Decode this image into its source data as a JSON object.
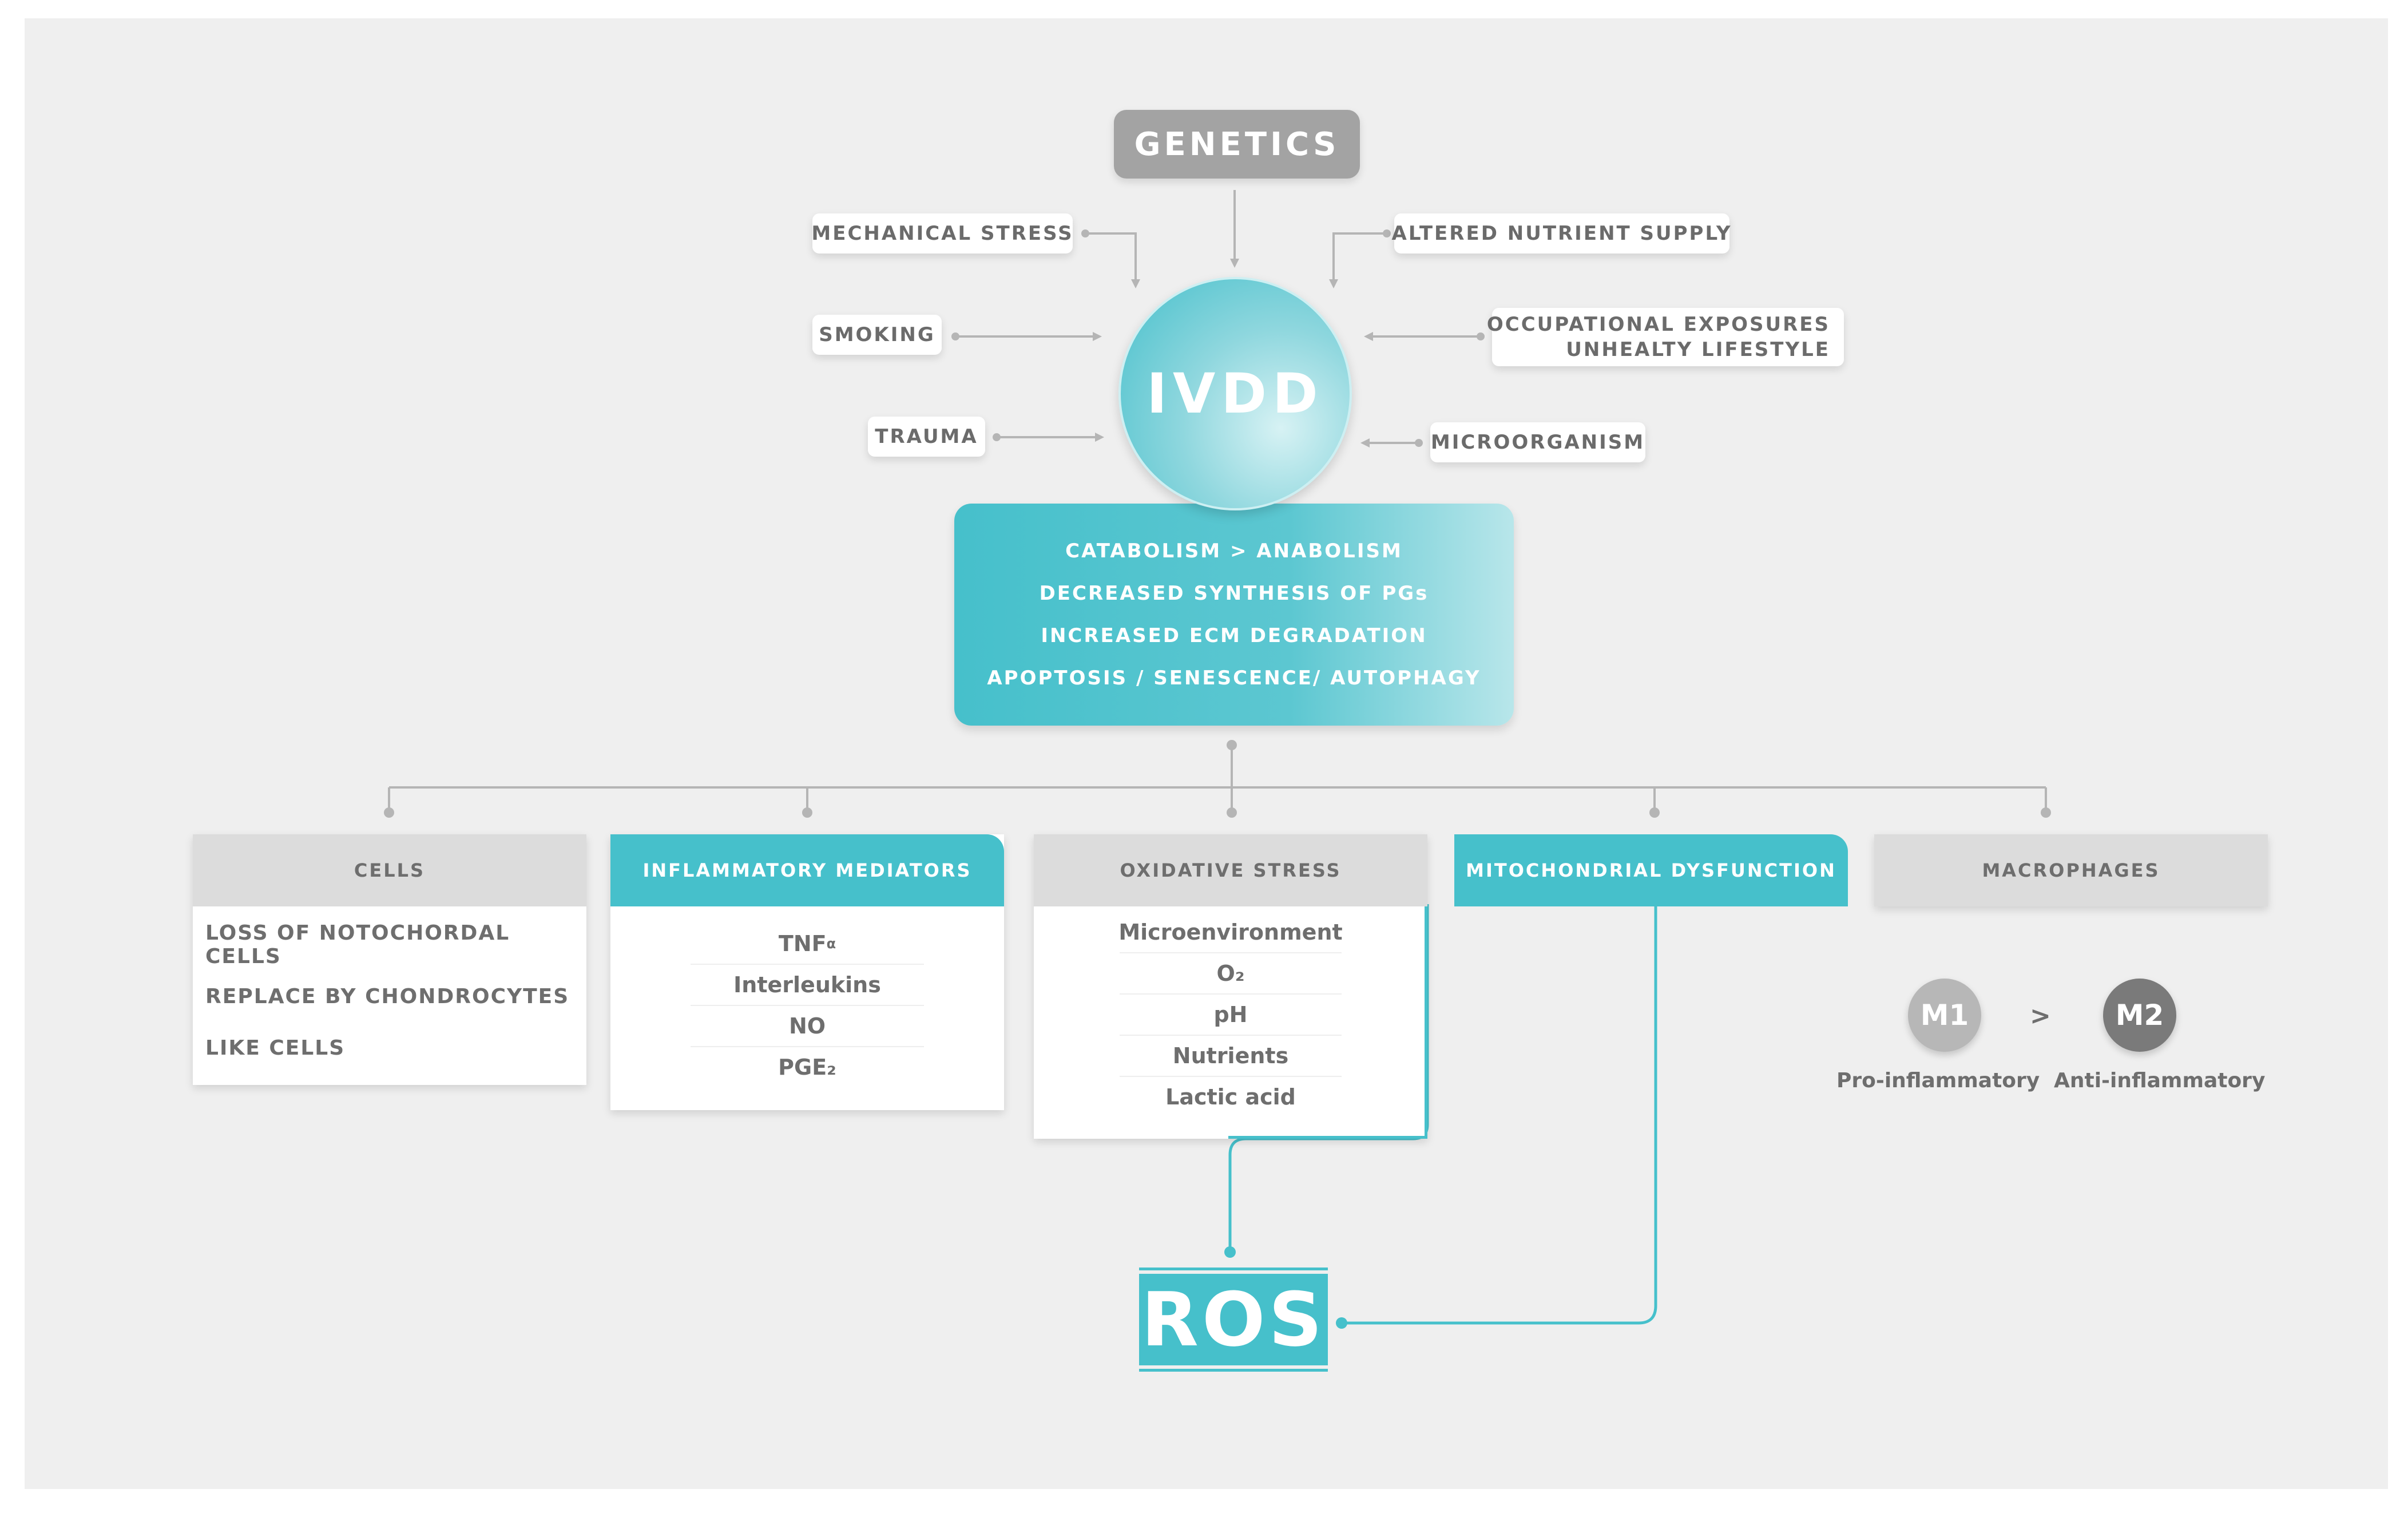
{
  "top": {
    "genetics": "GENETICS",
    "ivdd": "IVDD"
  },
  "risk_factors": {
    "mechanical_stress": "MECHANICAL STRESS",
    "altered_nutrient_supply": "ALTERED NUTRIENT SUPPLY",
    "smoking": "SMOKING",
    "occupational_exposures": "OCCUPATIONAL EXPOSURES",
    "unhealthy_lifestyle": "UNHEALTY LIFESTYLE",
    "trauma": "TRAUMA",
    "microorganism": "MICROORGANISM"
  },
  "mechanisms": [
    "CATABOLISM > ANABOLISM",
    "DECREASED SYNTHESIS OF PGs",
    "INCREASED ECM DEGRADATION",
    "APOPTOSIS / SENESCENCE/ AUTOPHAGY"
  ],
  "cells": {
    "title": "CELLS",
    "items": [
      "LOSS OF NOTOCHORDAL CELLS",
      "REPLACE BY CHONDROCYTES",
      "LIKE CELLS"
    ]
  },
  "inflammatory": {
    "title": "INFLAMMATORY MEDIATORS",
    "items": [
      "TNF",
      "Interleukins",
      "NO",
      "PGE₂"
    ],
    "tnf_sub": "α"
  },
  "oxidative": {
    "title": "OXIDATIVE STRESS",
    "items": [
      "Microenvironment",
      "O₂",
      "pH",
      "Nutrients",
      "Lactic acid"
    ]
  },
  "mitochondrial": {
    "title": "MITOCHONDRIAL DYSFUNCTION"
  },
  "macrophages": {
    "title": "MACROPHAGES",
    "m1": "M1",
    "m2": "M2",
    "comparator": ">",
    "m1_label": "Pro-inflammatory",
    "m2_label": "Anti-inflammatory"
  },
  "ros": "ROS",
  "colors": {
    "teal": "#46c0cb",
    "grey_header": "#dcdcdc",
    "genetics": "#a3a3a3",
    "connector": "#b5b5b5",
    "text": "#6b6b6b"
  }
}
